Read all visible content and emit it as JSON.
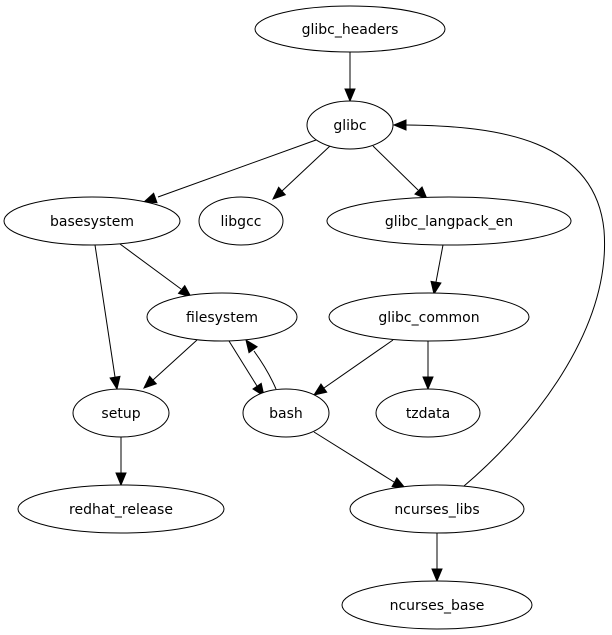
{
  "diagram": {
    "type": "directed-graph",
    "nodes": [
      {
        "id": "glibc_headers",
        "label": "glibc_headers"
      },
      {
        "id": "glibc",
        "label": "glibc"
      },
      {
        "id": "basesystem",
        "label": "basesystem"
      },
      {
        "id": "libgcc",
        "label": "libgcc"
      },
      {
        "id": "glibc_langpack_en",
        "label": "glibc_langpack_en"
      },
      {
        "id": "filesystem",
        "label": "filesystem"
      },
      {
        "id": "glibc_common",
        "label": "glibc_common"
      },
      {
        "id": "setup",
        "label": "setup"
      },
      {
        "id": "bash",
        "label": "bash"
      },
      {
        "id": "tzdata",
        "label": "tzdata"
      },
      {
        "id": "redhat_release",
        "label": "redhat_release"
      },
      {
        "id": "ncurses_libs",
        "label": "ncurses_libs"
      },
      {
        "id": "ncurses_base",
        "label": "ncurses_base"
      }
    ],
    "edges": [
      {
        "from": "glibc_headers",
        "to": "glibc"
      },
      {
        "from": "glibc",
        "to": "basesystem"
      },
      {
        "from": "glibc",
        "to": "libgcc"
      },
      {
        "from": "glibc",
        "to": "glibc_langpack_en"
      },
      {
        "from": "basesystem",
        "to": "filesystem"
      },
      {
        "from": "basesystem",
        "to": "setup"
      },
      {
        "from": "glibc_langpack_en",
        "to": "glibc_common"
      },
      {
        "from": "filesystem",
        "to": "setup"
      },
      {
        "from": "filesystem",
        "to": "bash"
      },
      {
        "from": "bash",
        "to": "filesystem"
      },
      {
        "from": "glibc_common",
        "to": "bash"
      },
      {
        "from": "glibc_common",
        "to": "tzdata"
      },
      {
        "from": "setup",
        "to": "redhat_release"
      },
      {
        "from": "bash",
        "to": "ncurses_libs"
      },
      {
        "from": "ncurses_libs",
        "to": "glibc"
      },
      {
        "from": "ncurses_libs",
        "to": "ncurses_base"
      }
    ]
  }
}
